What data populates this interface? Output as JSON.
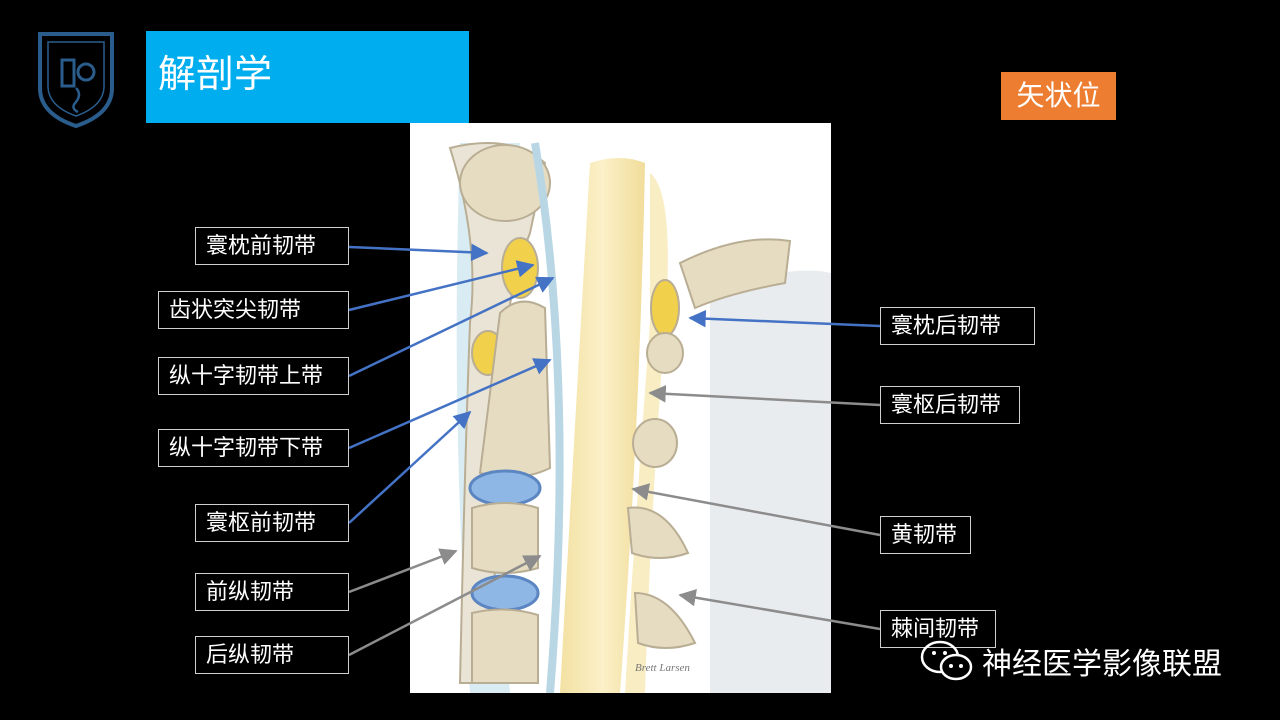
{
  "header": {
    "title": "解剖学"
  },
  "view_badge": "矢状位",
  "labels_left": [
    {
      "id": "aoa",
      "text": "寰枕前韧带"
    },
    {
      "id": "apical",
      "text": "齿状突尖韧带"
    },
    {
      "id": "cruciate-sup",
      "text": "纵十字韧带上带"
    },
    {
      "id": "cruciate-inf",
      "text": "纵十字韧带下带"
    },
    {
      "id": "aaa",
      "text": "寰枢前韧带"
    },
    {
      "id": "all",
      "text": "前纵韧带"
    },
    {
      "id": "pll",
      "text": "后纵韧带"
    }
  ],
  "labels_right": [
    {
      "id": "pao",
      "text": "寰枕后韧带"
    },
    {
      "id": "paa",
      "text": "寰枢后韧带"
    },
    {
      "id": "flavum",
      "text": "黄韧带"
    },
    {
      "id": "interspinous",
      "text": "棘间韧带"
    }
  ],
  "figure": {
    "signature": "Brett Larsen"
  },
  "watermark": {
    "text": "神经医学影像联盟"
  },
  "colors": {
    "accent_blue": "#00aeef",
    "badge_orange": "#ed7d31",
    "arrow_blue": "#4472c4",
    "arrow_gray": "#8c8c8c"
  }
}
